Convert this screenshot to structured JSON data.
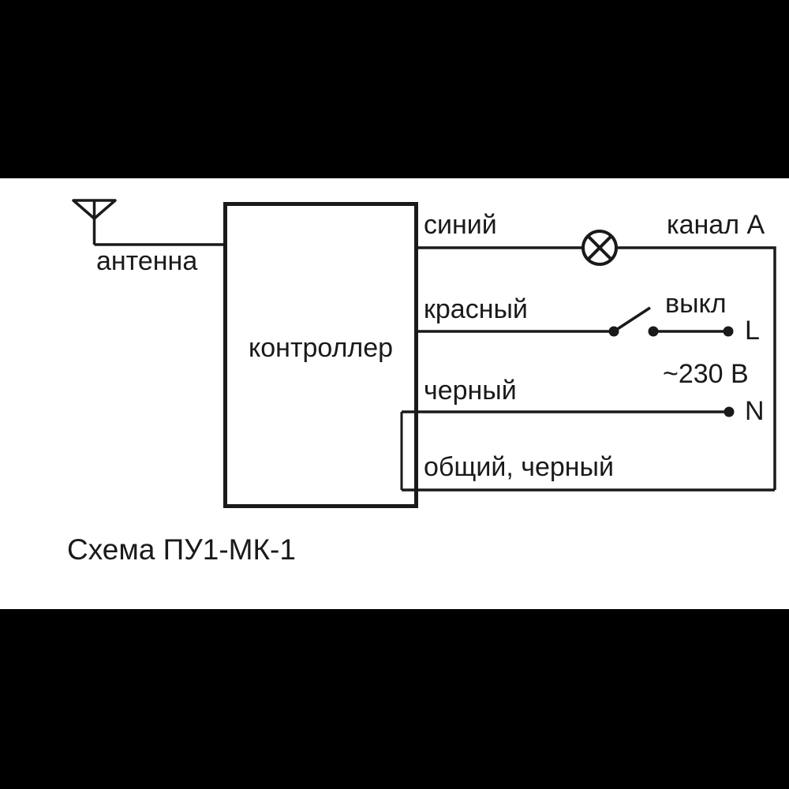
{
  "diagram": {
    "title": "Схема ПУ1-МК-1",
    "controller": {
      "label": "контроллер"
    },
    "antenna": {
      "label": "антенна"
    },
    "wires": {
      "blue": {
        "label": "синий"
      },
      "red": {
        "label": "красный"
      },
      "black": {
        "label": "черный"
      },
      "common": {
        "label": "общий, черный"
      }
    },
    "channel_a": {
      "label": "канал А"
    },
    "switch": {
      "label": "выкл"
    },
    "terminals": {
      "line": "L",
      "neutral": "N"
    },
    "voltage": {
      "label": "~230 В"
    },
    "colors": {
      "line": "#1a1a1a",
      "canvas": "#ffffff",
      "letterbox": "#000000"
    }
  }
}
